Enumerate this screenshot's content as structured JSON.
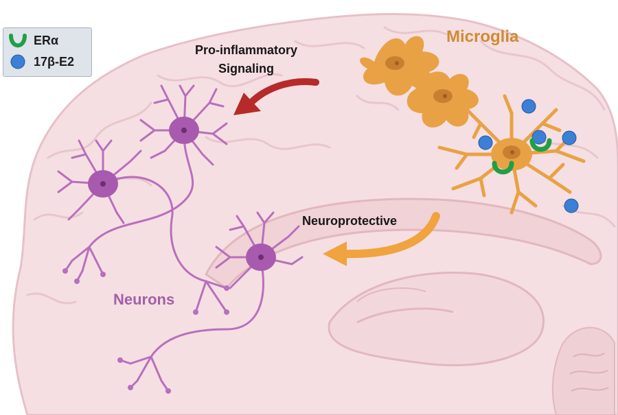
{
  "legend": {
    "era_label": "ERα",
    "estradiol_label": "17β-E2"
  },
  "labels": {
    "microglia": "Microglia",
    "neurons": "Neurons",
    "pro_inflammatory_line1": "Pro-inflammatory",
    "pro_inflammatory_line2": "Signaling",
    "neuroprotective": "Neuroprotective"
  },
  "colors": {
    "brain_fill": "#f5dfe2",
    "brain_outline": "#e6c1c7",
    "microglia": "#e8a245",
    "microglia_nucleus": "#c97f30",
    "neuron": "#b86fbd",
    "neuron_soma": "#a85aae",
    "receptor": "#1f9f47",
    "estradiol": "#3b7fd6",
    "arrow_pro_inflammatory": "#b72a2a",
    "arrow_neuroprotective": "#f0a33e",
    "legend_bg": "#dfe3ea"
  }
}
